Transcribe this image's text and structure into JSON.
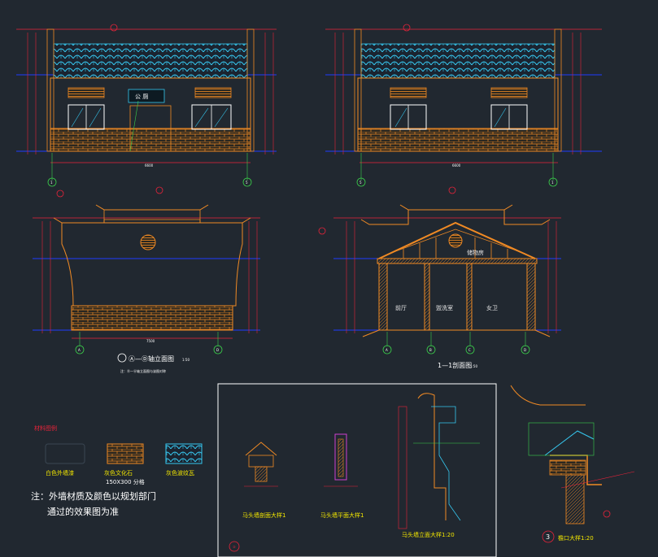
{
  "colors": {
    "background": "#212830",
    "wall": "#f08a24",
    "roof_tile": "#36c8f0",
    "floor_line": "#1f3cff",
    "dimension": "#e8233a",
    "leader": "#e8233a",
    "text": "#ffffff",
    "label": "#f2e600",
    "green": "#3bd14b"
  },
  "labels": {
    "elev_bottom_title": "Ⓐ—Ⓓ轴立面图",
    "elev_bottom_scale": "1:50",
    "elev_bottom_note": "注：Ⓓ—Ⓐ轴立面图与该图对称",
    "section_title": "1—1剖面图",
    "section_scale": "1:50",
    "room_storage": "储物房",
    "room_front": "前厅",
    "room_wash": "盥洗室",
    "room_toilet": "女卫",
    "sign_text": "公 厕",
    "legend_title": "材料图例",
    "legend_white": "白色外墙漆",
    "legend_stone": "灰色文化石",
    "legend_stone_size": "150X300  分格",
    "legend_tile": "灰色波纹瓦",
    "legend_note_1": "注：外墙材质及颜色以规划部门",
    "legend_note_2": "通过的效果图为准",
    "detail_1": "马头墙剖面大样1",
    "detail_2": "马头墙平面大样1",
    "detail_3": "马头墙立面大样1:20",
    "detail_4": "檐口大样1:20",
    "detail_circle_1": "③",
    "detail_circle_2": "3",
    "axis_1": "1",
    "axis_5": "5",
    "axis_A": "A",
    "axis_B": "B",
    "axis_C": "C",
    "axis_D": "D",
    "dim_top_left": "6600",
    "dim_top_right": "6600",
    "dim_mid_left": "7500"
  }
}
